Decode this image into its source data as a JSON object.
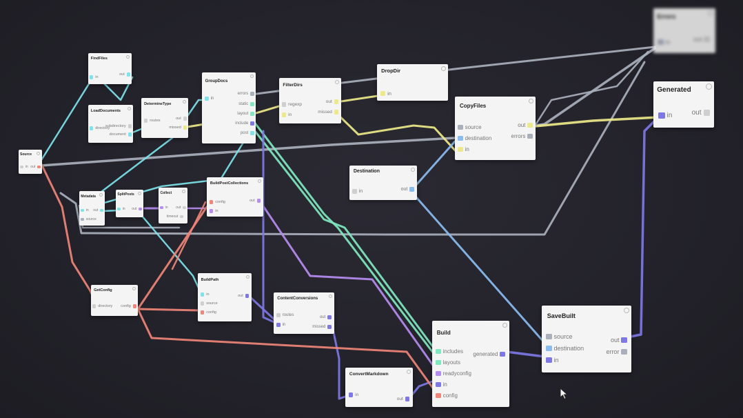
{
  "colors": {
    "gray": "#a9b0bc",
    "cyan": "#7ee3ea",
    "yellow": "#ede98a",
    "mint": "#7fe8c0",
    "purple": "#b58cf0",
    "blue": "#8abcf0",
    "indigo": "#7e78e6",
    "salmon": "#f0857a",
    "white": "#f4f4f4"
  },
  "nodes": {
    "source": {
      "title": "Source",
      "in": "in",
      "out": "out"
    },
    "findfiles": {
      "title": "FindFiles",
      "in": "in",
      "out": "out"
    },
    "loaddocuments": {
      "title": "LoadDocuments",
      "in1": "directory",
      "out1": "subdirectory",
      "out2": "document"
    },
    "determinetype": {
      "title": "DetermineType",
      "in": "routes",
      "out1": "out",
      "out2": "missed"
    },
    "groupdocs": {
      "title": "GroupDocs",
      "in": "in",
      "out1": "errors",
      "out2": "static",
      "out3": "layout",
      "out4": "include",
      "out5": "post"
    },
    "filterdirs": {
      "title": "FilterDirs",
      "in1": "regexp",
      "in2": "in",
      "out1": "out",
      "out2": "missed"
    },
    "dropdir": {
      "title": "DropDir",
      "in": "in"
    },
    "broken": {
      "title": "Errors",
      "in": "in",
      "out": "out"
    },
    "generated": {
      "title": "Generated",
      "in": "in",
      "out": "out"
    },
    "copyfiles": {
      "title": "CopyFiles",
      "in1": "source",
      "in2": "destination",
      "in3": "in",
      "out1": "out",
      "out2": "errors"
    },
    "destination": {
      "title": "Destination",
      "in": "in",
      "out": "out"
    },
    "metadata": {
      "title": "Metadata",
      "in1": "in",
      "in2": "source",
      "out": "out"
    },
    "splitposts": {
      "title": "SplitPosts",
      "in": "in",
      "out": "out"
    },
    "collect": {
      "title": "Collect",
      "in": "in",
      "out1": "out",
      "out2": "timeout"
    },
    "buildpostcollections": {
      "title": "BuildPostCollections",
      "in1": "config",
      "in2": "in",
      "out": "out"
    },
    "getconfig": {
      "title": "GetConfig",
      "in": "directory",
      "out": "config"
    },
    "buildpath": {
      "title": "BuildPath",
      "in1": "in",
      "in2": "source",
      "in3": "config",
      "out": "out"
    },
    "contentconversions": {
      "title": "ContentConversions",
      "in1": "routes",
      "in2": "in",
      "out1": "out",
      "out2": "missed"
    },
    "convertmarkdown": {
      "title": "ConvertMarkdown",
      "in": "in",
      "out": "out"
    },
    "build": {
      "title": "Build",
      "in1": "includes",
      "in2": "layouts",
      "in3": "readyconfig",
      "in4": "in",
      "in5": "config",
      "out": "generated"
    },
    "savebuilt": {
      "title": "SaveBuilt",
      "in1": "source",
      "in2": "destination",
      "in3": "in",
      "out1": "out",
      "out2": "error"
    }
  }
}
